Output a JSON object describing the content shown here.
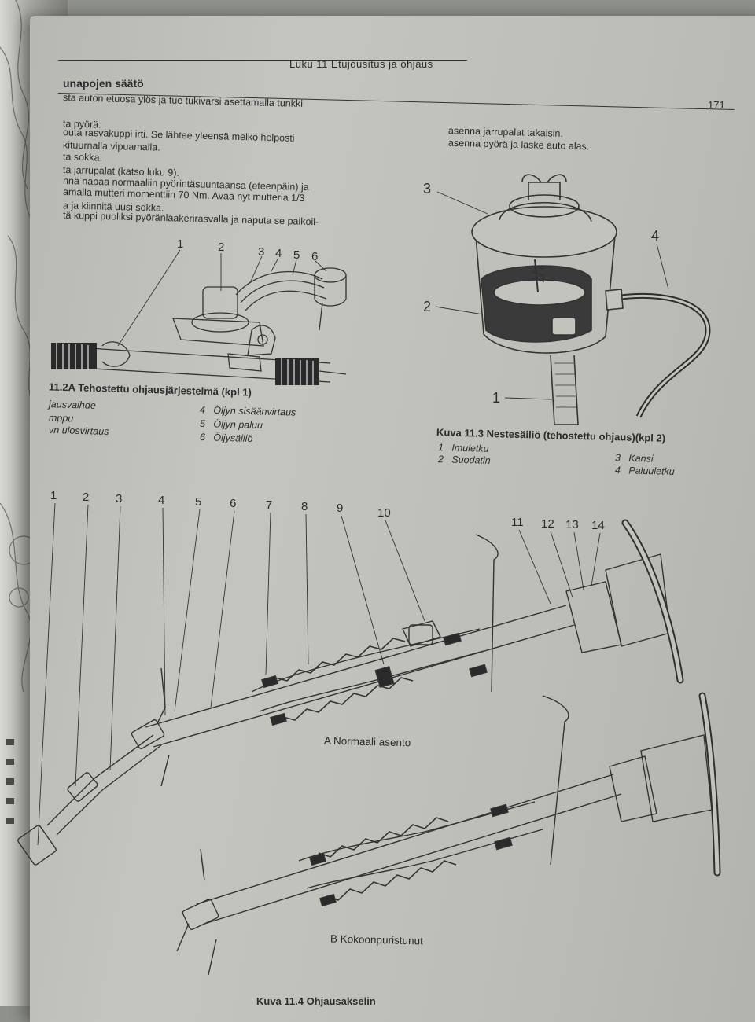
{
  "header": {
    "chapter": "Luku 11 Etujousitus ja ohjaus",
    "section": "unapojen säätö",
    "page_number": "171"
  },
  "body_left": [
    "sta auton etuosa ylös ja tue tukivarsi asettamalla tunkki",
    "ta pyörä.",
    "outa rasvakuppi irti. Se lähtee yleensä melko helposti",
    "kituurnalla vipuamalla.",
    "ta sokka.",
    "ta jarrupalat (katso luku 9).",
    "nnä napaa normaaliin pyörintäsuuntaansa (eteenpäin) ja",
    "amalla mutteri momenttiin 70 Nm. Avaa nyt mutteria 1/3",
    "a ja kiinnitä uusi sokka.",
    "tä kuppi puoliksi pyöränlaakerirasvalla ja naputa se paikoil-"
  ],
  "body_right": [
    "asenna jarrupalat takaisin.",
    "asenna pyörä ja laske auto alas."
  ],
  "fig_11_2a": {
    "callouts": [
      "1",
      "2",
      "3",
      "4",
      "5",
      "6"
    ],
    "caption": "11.2A Tehostettu ohjausjärjestelmä (kpl 1)",
    "legend_left": [
      "jausvaihde",
      "mppu",
      "vn ulosvirtaus"
    ],
    "legend_right": [
      {
        "num": "4",
        "text": "Öljyn sisäänvirtaus"
      },
      {
        "num": "5",
        "text": "Öljyn paluu"
      },
      {
        "num": "6",
        "text": "Öljysäiliö"
      }
    ]
  },
  "fig_11_3": {
    "callouts": [
      "1",
      "2",
      "3",
      "4"
    ],
    "caption": "Kuva 11.3 Nestesäiliö (tehostettu ohjaus)(kpl 2)",
    "legend": [
      {
        "num": "1",
        "text": "Imuletku"
      },
      {
        "num": "2",
        "text": "Suodatin"
      },
      {
        "num": "3",
        "text": "Kansi"
      },
      {
        "num": "4",
        "text": "Paluuletku"
      }
    ]
  },
  "fig_11_4": {
    "callouts": [
      "1",
      "2",
      "3",
      "4",
      "5",
      "6",
      "7",
      "8",
      "9",
      "10",
      "11",
      "12",
      "13",
      "14"
    ],
    "label_a": "A  Normaali asento",
    "label_b": "B  Kokoonpuristunut",
    "caption_partial": "Kuva 11.4 Ohjausakselin"
  }
}
